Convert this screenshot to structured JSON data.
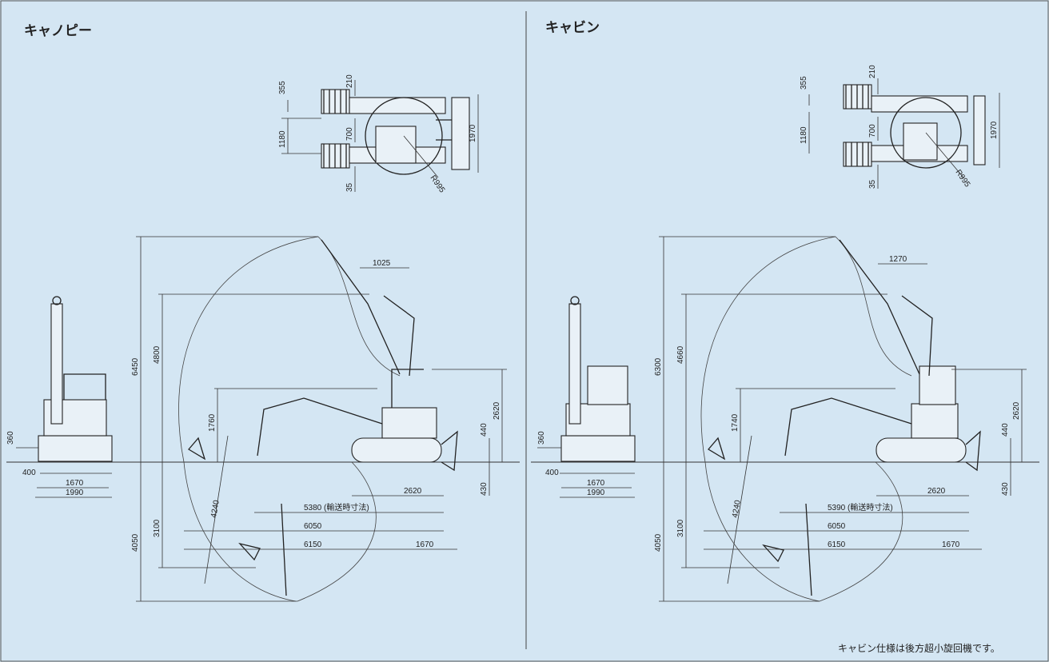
{
  "panels": [
    {
      "title": "キャノピー",
      "top_view": {
        "d355": "355",
        "d210": "210",
        "d1180": "1180",
        "d700": "700",
        "d1970": "1970",
        "d35": "35",
        "r995": "R995"
      },
      "side_view": {
        "d1025": "1025",
        "d6450": "6450",
        "d4800": "4800",
        "d2620": "2620",
        "d1760": "1760",
        "d440": "440",
        "d430": "430",
        "d2620h": "2620",
        "d4240": "4240",
        "d4050": "4050",
        "d3100": "3100",
        "d5380": "5380 (輸送時寸法)",
        "d6050": "6050",
        "d6150": "6150",
        "d1670": "1670"
      },
      "front_view": {
        "d360": "360",
        "d400": "400",
        "d1670": "1670",
        "d1990": "1990"
      }
    },
    {
      "title": "キャビン",
      "top_view": {
        "d355": "355",
        "d210": "210",
        "d1180": "1180",
        "d700": "700",
        "d1970": "1970",
        "d35": "35",
        "r995": "R995"
      },
      "side_view": {
        "d1025": "1270",
        "d6450": "6300",
        "d4800": "4660",
        "d2620": "2620",
        "d1760": "1740",
        "d440": "440",
        "d430": "430",
        "d2620h": "2620",
        "d4240": "4240",
        "d4050": "4050",
        "d3100": "3100",
        "d5380": "5390 (輸送時寸法)",
        "d6050": "6050",
        "d6150": "6150",
        "d1670": "1670"
      },
      "front_view": {
        "d360": "360",
        "d400": "400",
        "d1670": "1670",
        "d1990": "1990"
      }
    }
  ],
  "footnote": "キャビン仕様は後方超小旋回機です。",
  "colors": {
    "background": "#d4e6f3",
    "line": "#222222"
  }
}
